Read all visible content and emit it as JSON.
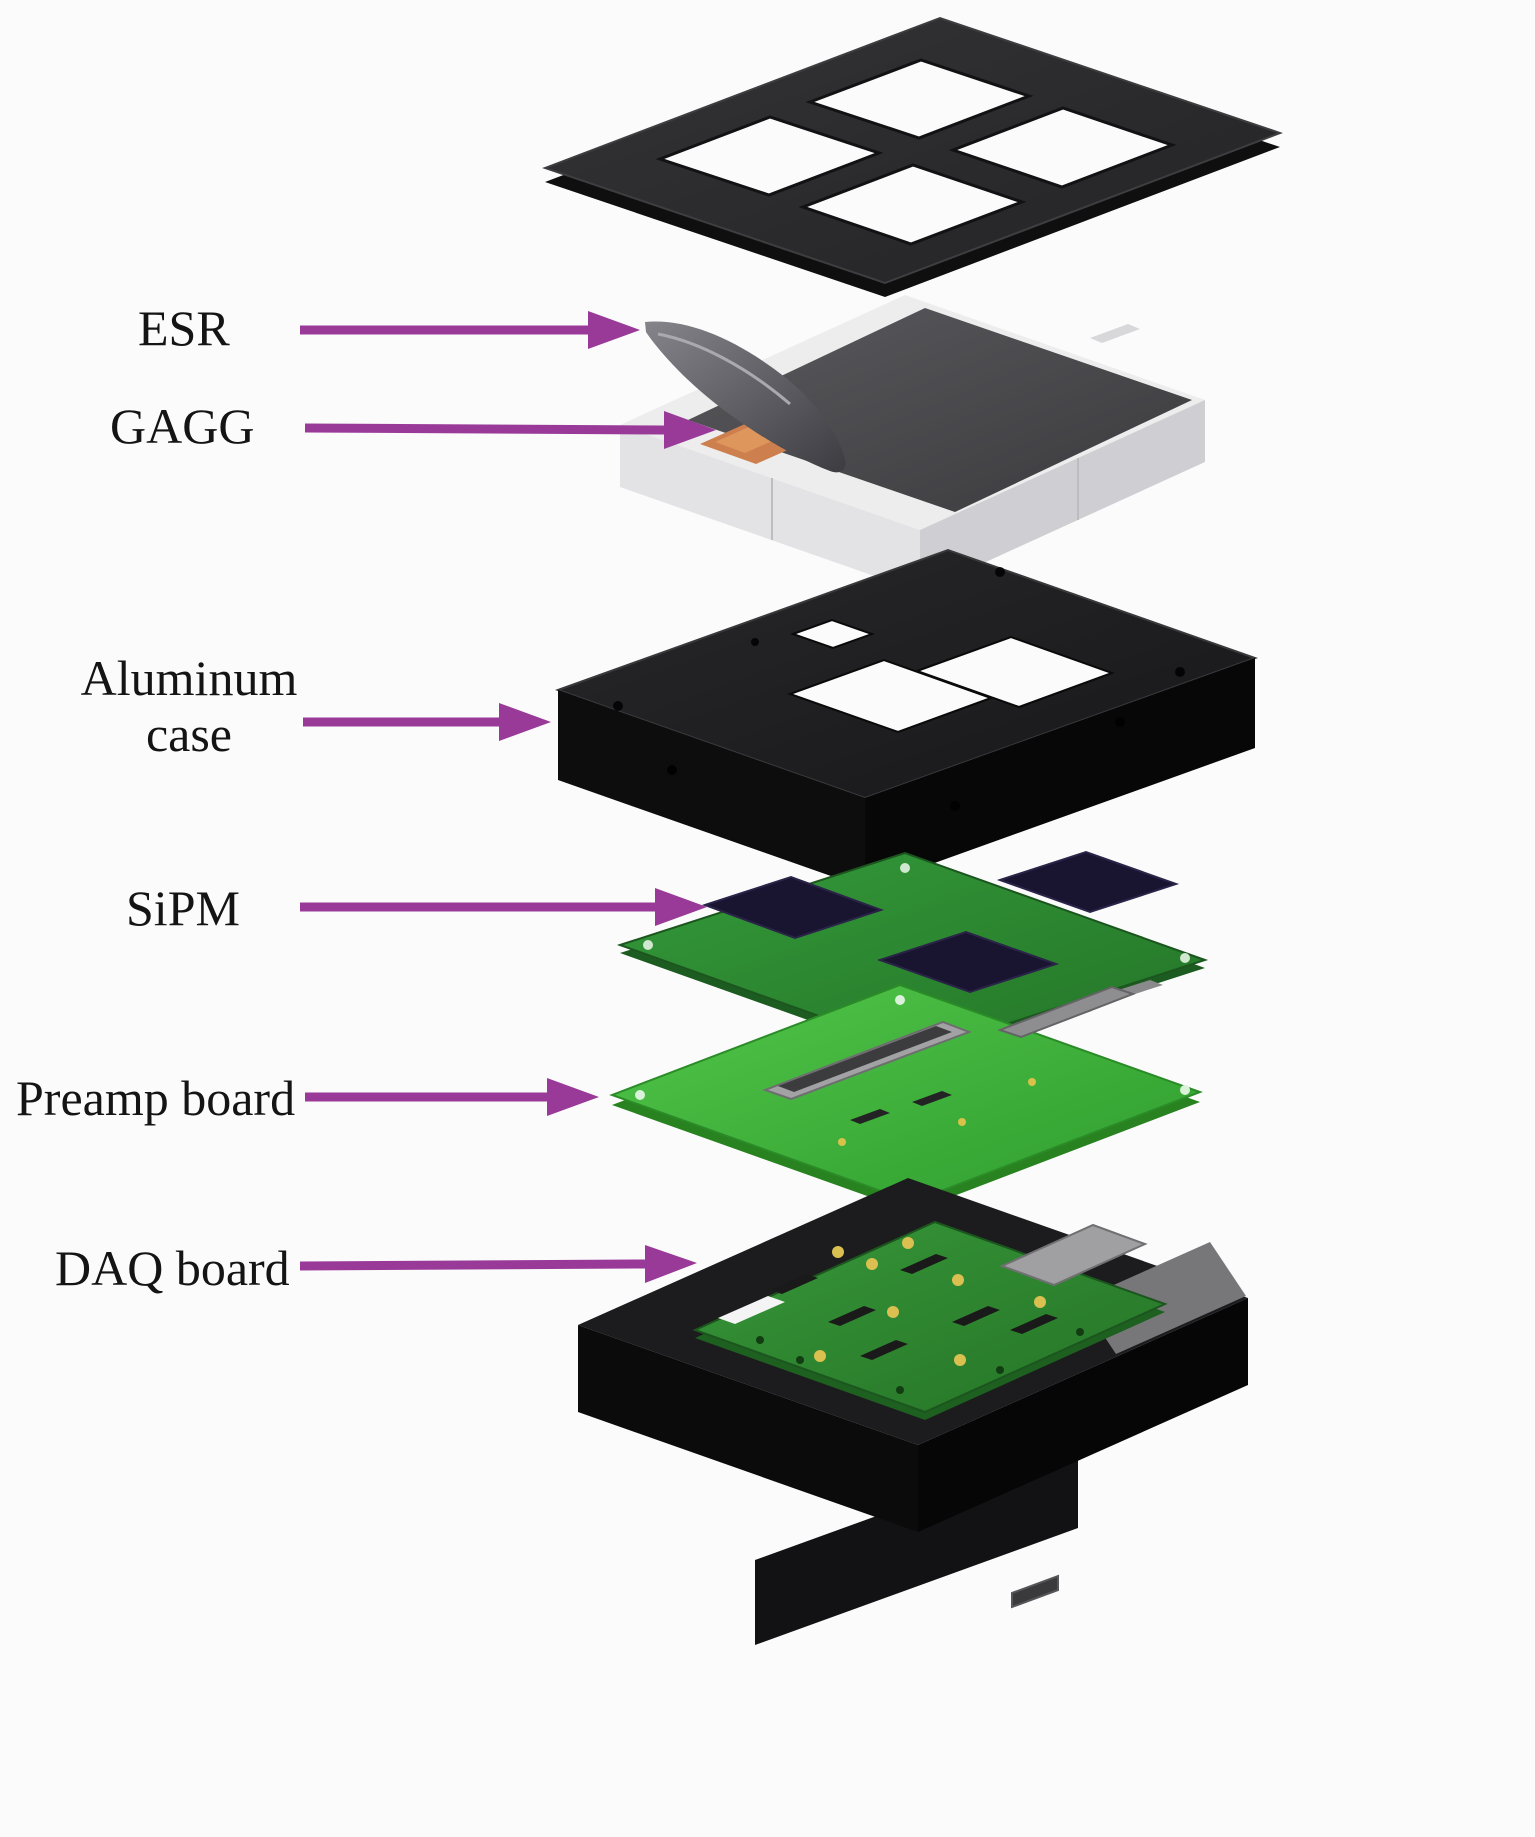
{
  "figure": {
    "background_color": "#fbfbfb",
    "arrow_color": "#993a99",
    "labels": {
      "esr": "ESR",
      "gagg": "GAGG",
      "aluminum_case": "Aluminum case",
      "sipm": "SiPM",
      "preamp": "Preamp board",
      "daq": "DAQ board"
    },
    "colors": {
      "case_black": "#1c1c1e",
      "pcb_green": "#2e8b33",
      "preamp_green": "#3fbc3b",
      "sipm_sensor_dark": "#191430",
      "gagg_white": "#ededee",
      "gagg_exposed_orange": "#cd7f4e",
      "esr_foil_gray": "#55555a"
    }
  }
}
